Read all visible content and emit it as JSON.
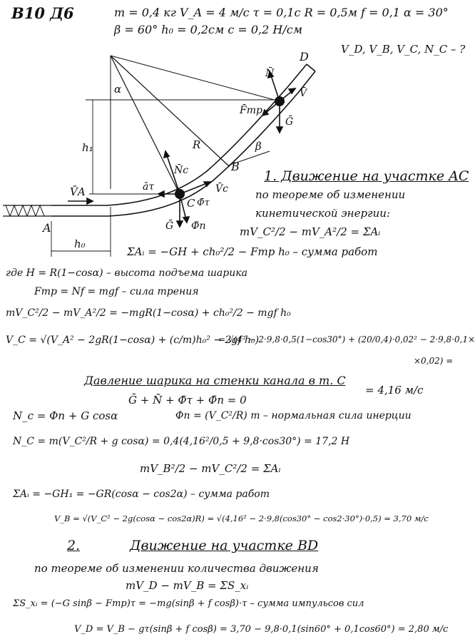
{
  "header": {
    "variant": "B10 Д6",
    "givens_line1": "m = 0,4 кг   V_A = 4 м/с   τ = 0,1с   R = 0,5м   f = 0,1   α = 30°",
    "givens_line2": "β = 60°   h₀ = 0,2см   c = 0,2 Н/см",
    "unknowns": "V_D, V_B, V_C, N_C – ?"
  },
  "figure": {
    "point_A": "A",
    "point_B": "B",
    "point_C": "C",
    "point_D": "D",
    "label_VA": "V̄A",
    "label_Nc": "N̄c",
    "label_at": "āτ",
    "label_Phi_t": "Φ̄τ",
    "label_Vc": "V̄c",
    "label_G_c": "Ḡ",
    "label_Phi_n": "Φ̄n",
    "label_R": "R",
    "label_alpha": "α",
    "label_beta": "β",
    "label_h1": "h₁",
    "label_h0": "h₀",
    "label_N_d": "N̄",
    "label_V_d": "V̄",
    "label_Ftr": "F̄тр",
    "label_G_d": "Ḡ"
  },
  "section1": {
    "title": "1. Движение на участке AC",
    "intro_1": "по теореме об изменении",
    "intro_2": "кинетической энергии:",
    "energy_eq": "mV_C²/2 − mV_A²/2 = ΣAᵢ",
    "work_sum": "ΣAᵢ = −GH + ch₀²/2 − Fтр h₀   – сумма работ",
    "def_H": "где H = R(1−cosα) – высота подъема шарика",
    "def_F": "Fтр = Nf = mgf – сила трения",
    "expanded": "mV_C²/2 − mV_A²/2 = −mgR(1−cosα) + ch₀²/2 − mgf h₀",
    "vc_formula": "V_C = √(V_A² − 2gR(1−cosα) + (c/m)h₀² − 2gf h₀)",
    "vc_numeric_1": "= √(4² − 2·9,8·0,5(1−cos30°) + (20/0,4)·0,02² − 2·9,8·0,1×",
    "vc_numeric_2": "×0,02) =",
    "vc_result": "= 4,16 м/с"
  },
  "pressure": {
    "title": "Давление шарика на стенки канала в т. C",
    "vector_eq": "Ḡ + N̄ + Φ̄τ + Φ̄n = 0",
    "nc_line": "N_c = Φn + G cosα",
    "phin_def": "Φn = (V_C²/R) m – нормальная сила инерции",
    "nc_calc": "N_C = m(V_C²/R + g cosα) = 0,4(4,16²/0,5 + 9,8·cos30°) = 17,2 Н",
    "energy_cb": "mV_B²/2 − mV_C²/2 = ΣAᵢ",
    "work_cb": "ΣAᵢ = −GH₁ = −GR(cosα − cos2α)   – сумма работ",
    "vb_calc": "V_B = √(V_C² − 2g(cosα − cos2α)R) = √(4,16² − 2·9,8(cos30° − cos2·30°)·0,5) = 3,70 м/с"
  },
  "section2": {
    "number": "2.",
    "title": "Движение на участке BD",
    "intro": "по теореме об изменении количества движения",
    "momentum_eq": "mV_D − mV_B = ΣS_xᵢ",
    "impulse_sum": "ΣS_xᵢ = (−G sinβ − Fтр)τ = −mg(sinβ + f cosβ)·τ   – сумма импульсов сил",
    "vd_calc": "V_D = V_B − gτ(sinβ + f cosβ) = 3,70 − 9,8·0,1(sin60° + 0,1cos60°) = 2,80 м/с"
  }
}
